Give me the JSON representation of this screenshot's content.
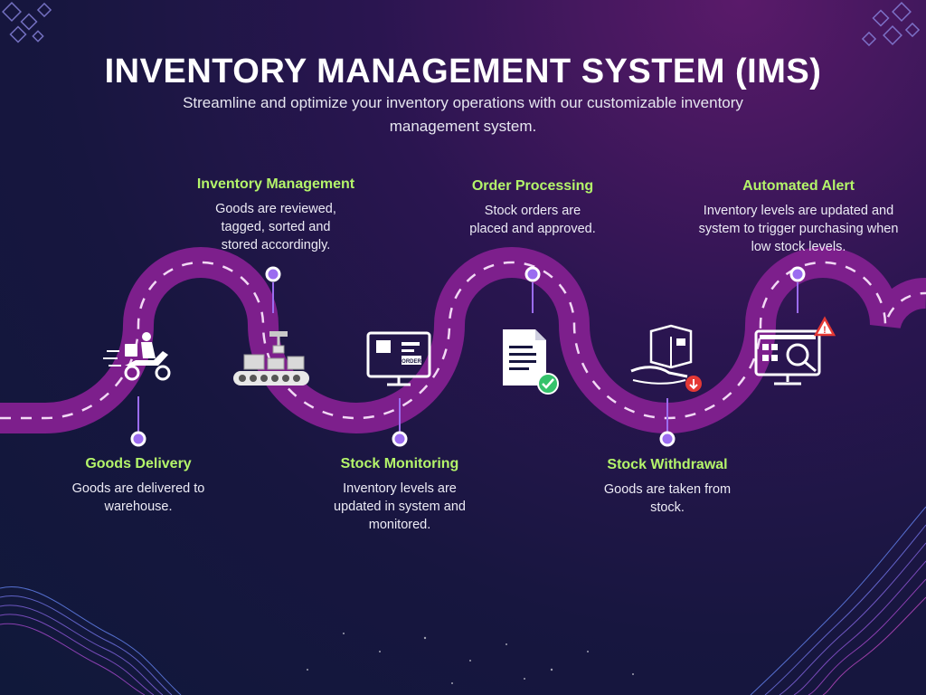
{
  "header": {
    "title": "INVENTORY MANAGEMENT SYSTEM (IMS)",
    "subtitle": "Streamline and optimize your inventory operations with our customizable inventory management system."
  },
  "steps": [
    {
      "title": "Goods Delivery",
      "description": "Goods are delivered to warehouse.",
      "icon": "delivery-scooter-icon"
    },
    {
      "title": "Inventory Management",
      "description": "Goods are reviewed, tagged, sorted and stored accordingly.",
      "icon": "conveyor-robot-icon"
    },
    {
      "title": "Stock Monitoring",
      "description": "Inventory levels are updated in system and monitored.",
      "icon": "monitor-order-icon"
    },
    {
      "title": "Order Processing",
      "description": "Stock orders are placed and approved.",
      "icon": "approved-document-icon"
    },
    {
      "title": "Stock Withdrawal",
      "description": "Goods are taken from stock.",
      "icon": "hand-package-icon"
    },
    {
      "title": "Automated Alert",
      "description": "Inventory levels are updated and system to trigger purchasing when low stock levels.",
      "icon": "alert-monitor-icon"
    }
  ],
  "icons": {
    "order_label": "ORDER",
    "alert_mark": "!"
  },
  "colors": {
    "road": "#7d1f8c",
    "road_dash": "#f2d8f5",
    "accent_green": "#b4f56a",
    "node": "#9b6cf0",
    "check": "#35c26b",
    "alert_red": "#e53935"
  }
}
